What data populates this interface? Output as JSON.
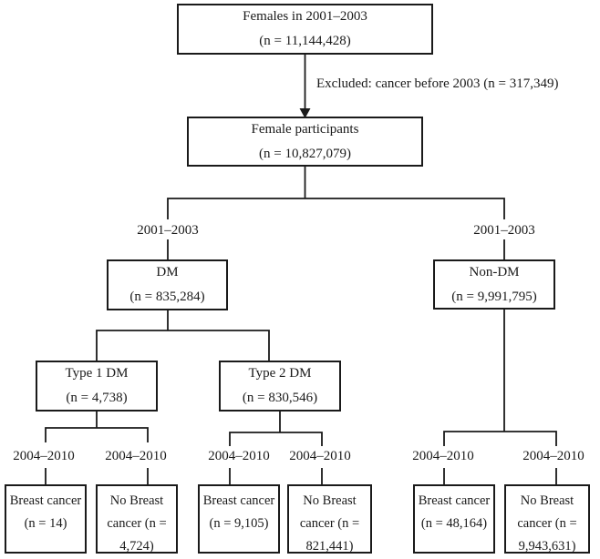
{
  "diagram": {
    "kind": "cohort-selection-flowchart",
    "colors": {
      "line": "#1a1a1a",
      "text": "#1a1a1a",
      "background": "#ffffff"
    },
    "nodes": {
      "females": {
        "line1": "Females in 2001–2003",
        "line2": "(n = 11,144,428)"
      },
      "participants": {
        "line1": "Female participants",
        "line2": "(n = 10,827,079)"
      },
      "dm": {
        "line1": "DM",
        "line2": "(n = 835,284)"
      },
      "nondm": {
        "line1": "Non-DM",
        "line2": "(n = 9,991,795)"
      },
      "type1": {
        "line1": "Type 1 DM",
        "line2": "(n = 4,738)"
      },
      "type2": {
        "line1": "Type 2 DM",
        "line2": "(n = 830,546)"
      }
    },
    "excluded_label": "Excluded: cancer before 2003 (n = 317,349)",
    "period_labels": {
      "top_left": "2001–2003",
      "top_right": "2001–2003"
    },
    "periods_bottom": [
      "2004–2010",
      "2004–2010",
      "2004–2010",
      "2004–2010",
      "2004–2010",
      "2004–2010"
    ],
    "outcomes": [
      {
        "line1": "Breast cancer",
        "line2": "(n = 14)",
        "line3": ""
      },
      {
        "line1": "No Breast",
        "line2": "cancer (n =",
        "line3": "4,724)"
      },
      {
        "line1": "Breast cancer",
        "line2": "(n = 9,105)",
        "line3": ""
      },
      {
        "line1": "No Breast",
        "line2": "cancer (n =",
        "line3": "821,441)"
      },
      {
        "line1": "Breast cancer",
        "line2": "(n = 48,164)",
        "line3": ""
      },
      {
        "line1": "No Breast",
        "line2": "cancer (n =",
        "line3": "9,943,631)"
      }
    ]
  }
}
